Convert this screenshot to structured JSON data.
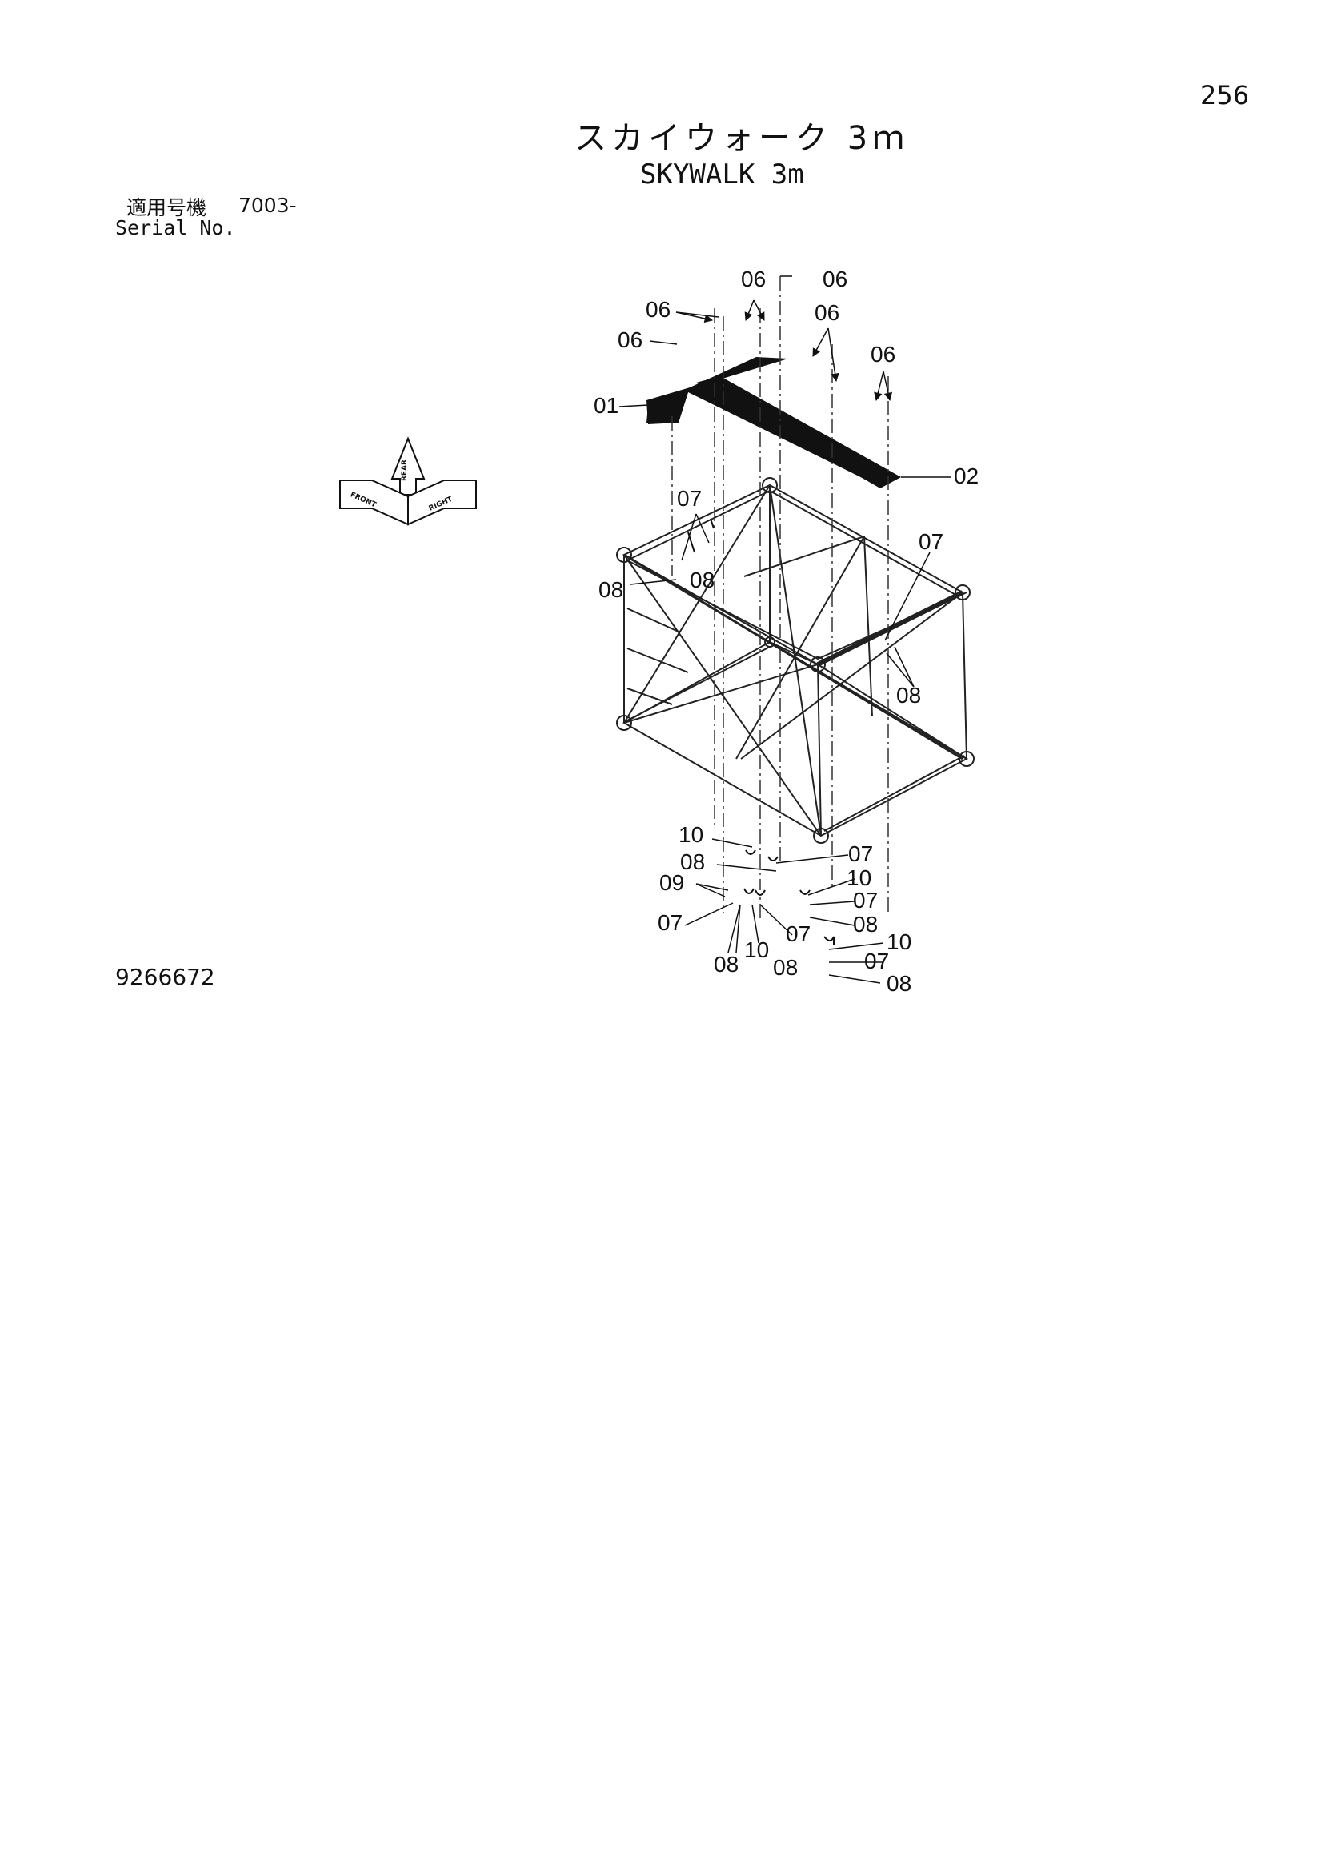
{
  "page": {
    "number": "256",
    "drawing_number": "9266672"
  },
  "title": {
    "japanese": "スカイウォーク 3ｍ",
    "english": "SKYWALK 3m"
  },
  "serial": {
    "label_jp": "適用号機",
    "number": "7003-",
    "label_en": "Serial No."
  },
  "badge": {
    "left_text": "FRONT",
    "right_text": "RIGHT",
    "top_text": "REAR"
  },
  "callouts": [
    {
      "id": "c1",
      "text": "06"
    },
    {
      "id": "c2",
      "text": "06"
    },
    {
      "id": "c3",
      "text": "06"
    },
    {
      "id": "c4",
      "text": "06"
    },
    {
      "id": "c5",
      "text": "06"
    },
    {
      "id": "c6",
      "text": "06"
    },
    {
      "id": "c7",
      "text": "01"
    },
    {
      "id": "c8",
      "text": "02"
    },
    {
      "id": "c9",
      "text": "07"
    },
    {
      "id": "c10",
      "text": "08"
    },
    {
      "id": "c11",
      "text": "08"
    },
    {
      "id": "c12",
      "text": "07"
    },
    {
      "id": "c13",
      "text": "08"
    },
    {
      "id": "c14",
      "text": "10"
    },
    {
      "id": "c15",
      "text": "07"
    },
    {
      "id": "c16",
      "text": "08"
    },
    {
      "id": "c17",
      "text": "10"
    },
    {
      "id": "c18",
      "text": "09"
    },
    {
      "id": "c19",
      "text": "07"
    },
    {
      "id": "c20",
      "text": "07"
    },
    {
      "id": "c21",
      "text": "08"
    },
    {
      "id": "c22",
      "text": "07"
    },
    {
      "id": "c23",
      "text": "10"
    },
    {
      "id": "c24",
      "text": "08"
    },
    {
      "id": "c25",
      "text": "08"
    },
    {
      "id": "c26",
      "text": "10"
    },
    {
      "id": "c27",
      "text": "07"
    },
    {
      "id": "c28",
      "text": "08"
    }
  ]
}
